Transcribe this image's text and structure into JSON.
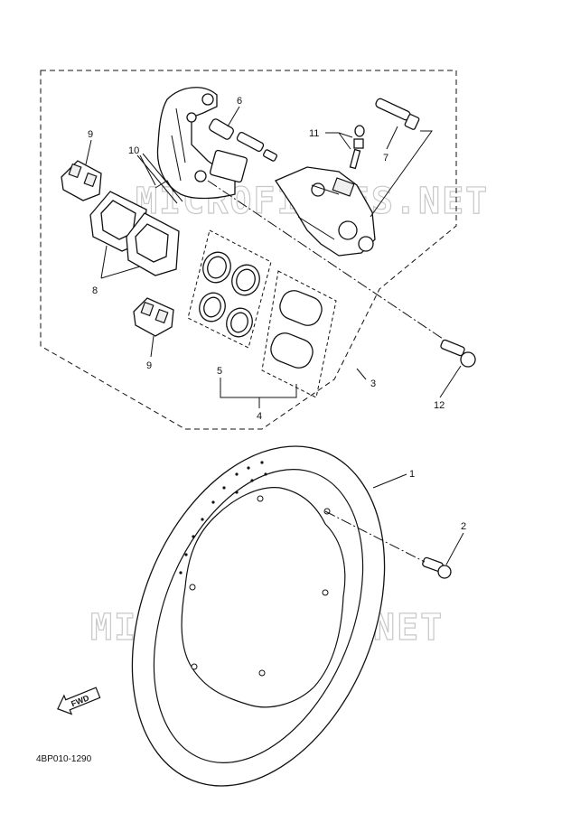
{
  "diagram": {
    "watermarks": [
      "MICROFICHES.NET",
      "MICROFICHES.NET"
    ],
    "diagram_code": "4BP010-1290",
    "fwd_label": "FWD",
    "callouts": [
      {
        "id": "c1",
        "text": "1"
      },
      {
        "id": "c2",
        "text": "2"
      },
      {
        "id": "c3",
        "text": "3"
      },
      {
        "id": "c4",
        "text": "4"
      },
      {
        "id": "c5",
        "text": "5"
      },
      {
        "id": "c6",
        "text": "6"
      },
      {
        "id": "c7",
        "text": "7"
      },
      {
        "id": "c8",
        "text": "8"
      },
      {
        "id": "c9a",
        "text": "9"
      },
      {
        "id": "c9b",
        "text": "9"
      },
      {
        "id": "c10",
        "text": "10"
      },
      {
        "id": "c11",
        "text": "11"
      },
      {
        "id": "c12",
        "text": "12"
      }
    ]
  }
}
